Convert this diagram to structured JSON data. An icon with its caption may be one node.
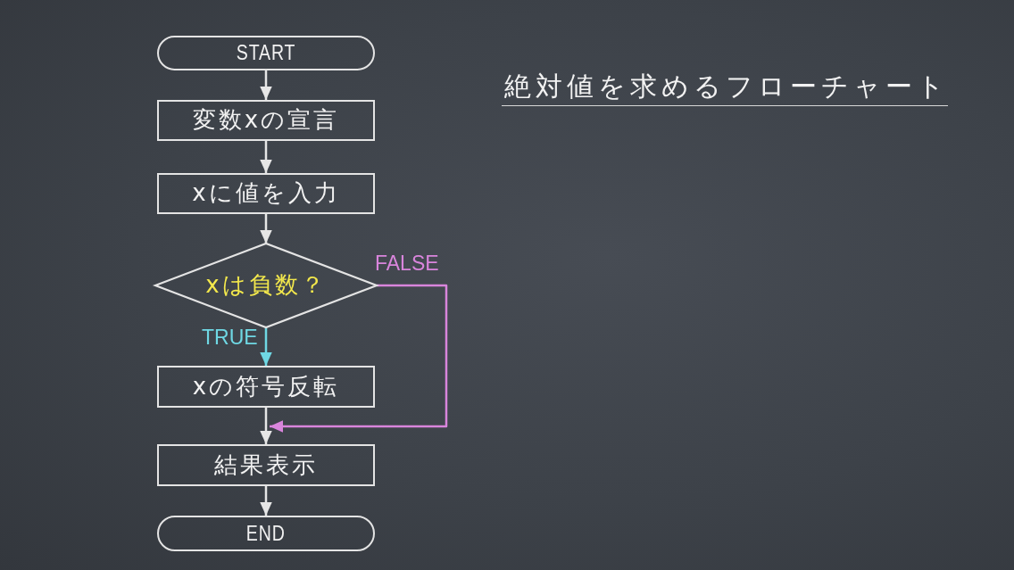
{
  "diagram": {
    "title": "絶対値を求めるフローチャート",
    "nodes": [
      {
        "text": [
          "START"
        ]
      },
      {
        "text": [
          "変数xの宣言"
        ]
      },
      {
        "text": [
          "xに値を入力"
        ]
      },
      {
        "text": [
          "xは負数？"
        ]
      },
      {
        "text": [
          "xの符号反転"
        ]
      },
      {
        "text": [
          "結果表示"
        ]
      },
      {
        "text": [
          "END"
        ]
      }
    ],
    "edges": [
      {
        "from": 0,
        "to": 1,
        "arrow": "to"
      },
      {
        "from": 1,
        "to": 2,
        "arrow": "to"
      },
      {
        "from": 2,
        "to": 3,
        "arrow": "to"
      },
      {
        "from": 3,
        "to": 4,
        "arrow": "to",
        "label": "TRUE",
        "color": "#6fd8e4"
      },
      {
        "from": 3,
        "to": 5,
        "arrow": "to",
        "label": "FALSE",
        "color": "#d985dc"
      },
      {
        "from": 4,
        "to": 5,
        "arrow": "to"
      },
      {
        "from": 5,
        "to": 6,
        "arrow": "to"
      }
    ]
  }
}
